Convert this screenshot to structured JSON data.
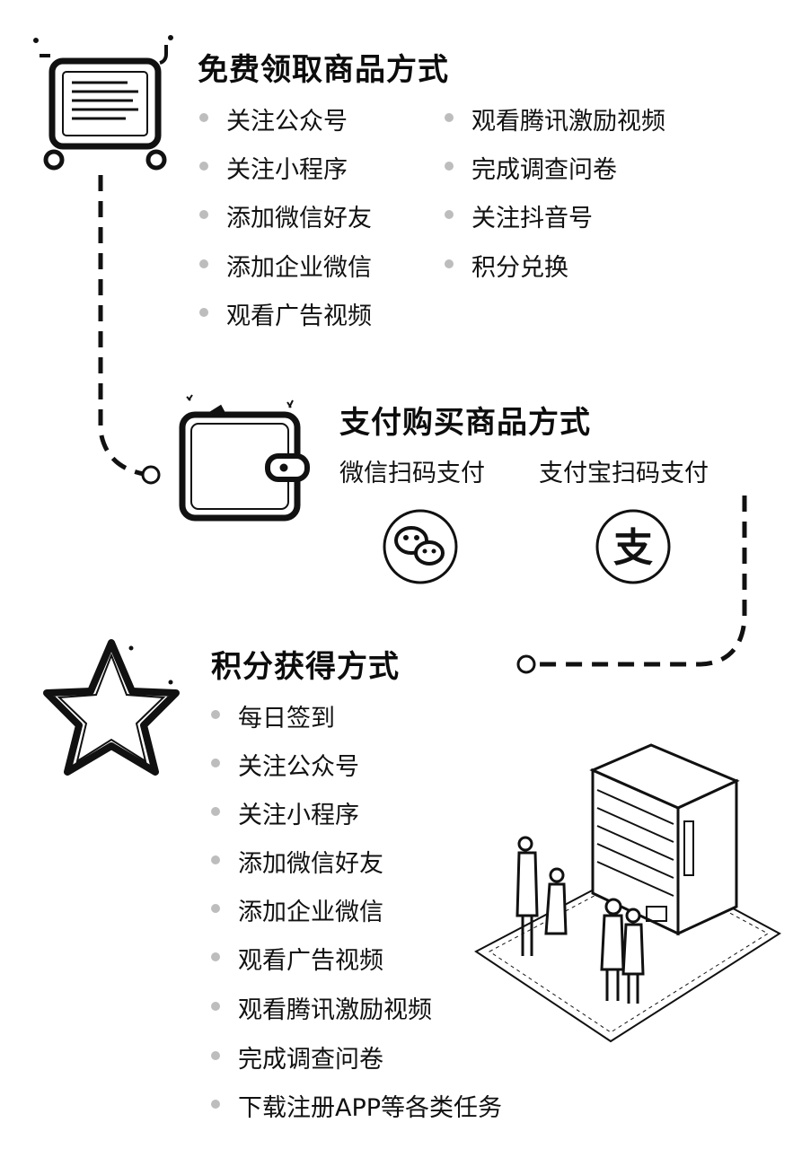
{
  "free": {
    "title": "免费领取商品方式",
    "col1": [
      "关注公众号",
      "关注小程序",
      "添加微信好友",
      "添加企业微信",
      "观看广告视频"
    ],
    "col2": [
      "观看腾讯激励视频",
      "完成调查问卷",
      "关注抖音号",
      "积分兑换"
    ]
  },
  "pay": {
    "title": "支付购买商品方式",
    "wechat_label": "微信扫码支付",
    "alipay_label": "支付宝扫码支付",
    "alipay_glyph": "支"
  },
  "points": {
    "title": "积分获得方式",
    "items": [
      "每日签到",
      "关注公众号",
      "关注小程序",
      "添加微信好友",
      "添加企业微信",
      "观看广告视频",
      "观看腾讯激励视频",
      "完成调查问卷",
      "下载注册APP等各类任务"
    ]
  },
  "icons": [
    "cart-icon",
    "wallet-icon",
    "wechat-icon",
    "alipay-icon",
    "star-icon",
    "vending-machine-illustration"
  ]
}
